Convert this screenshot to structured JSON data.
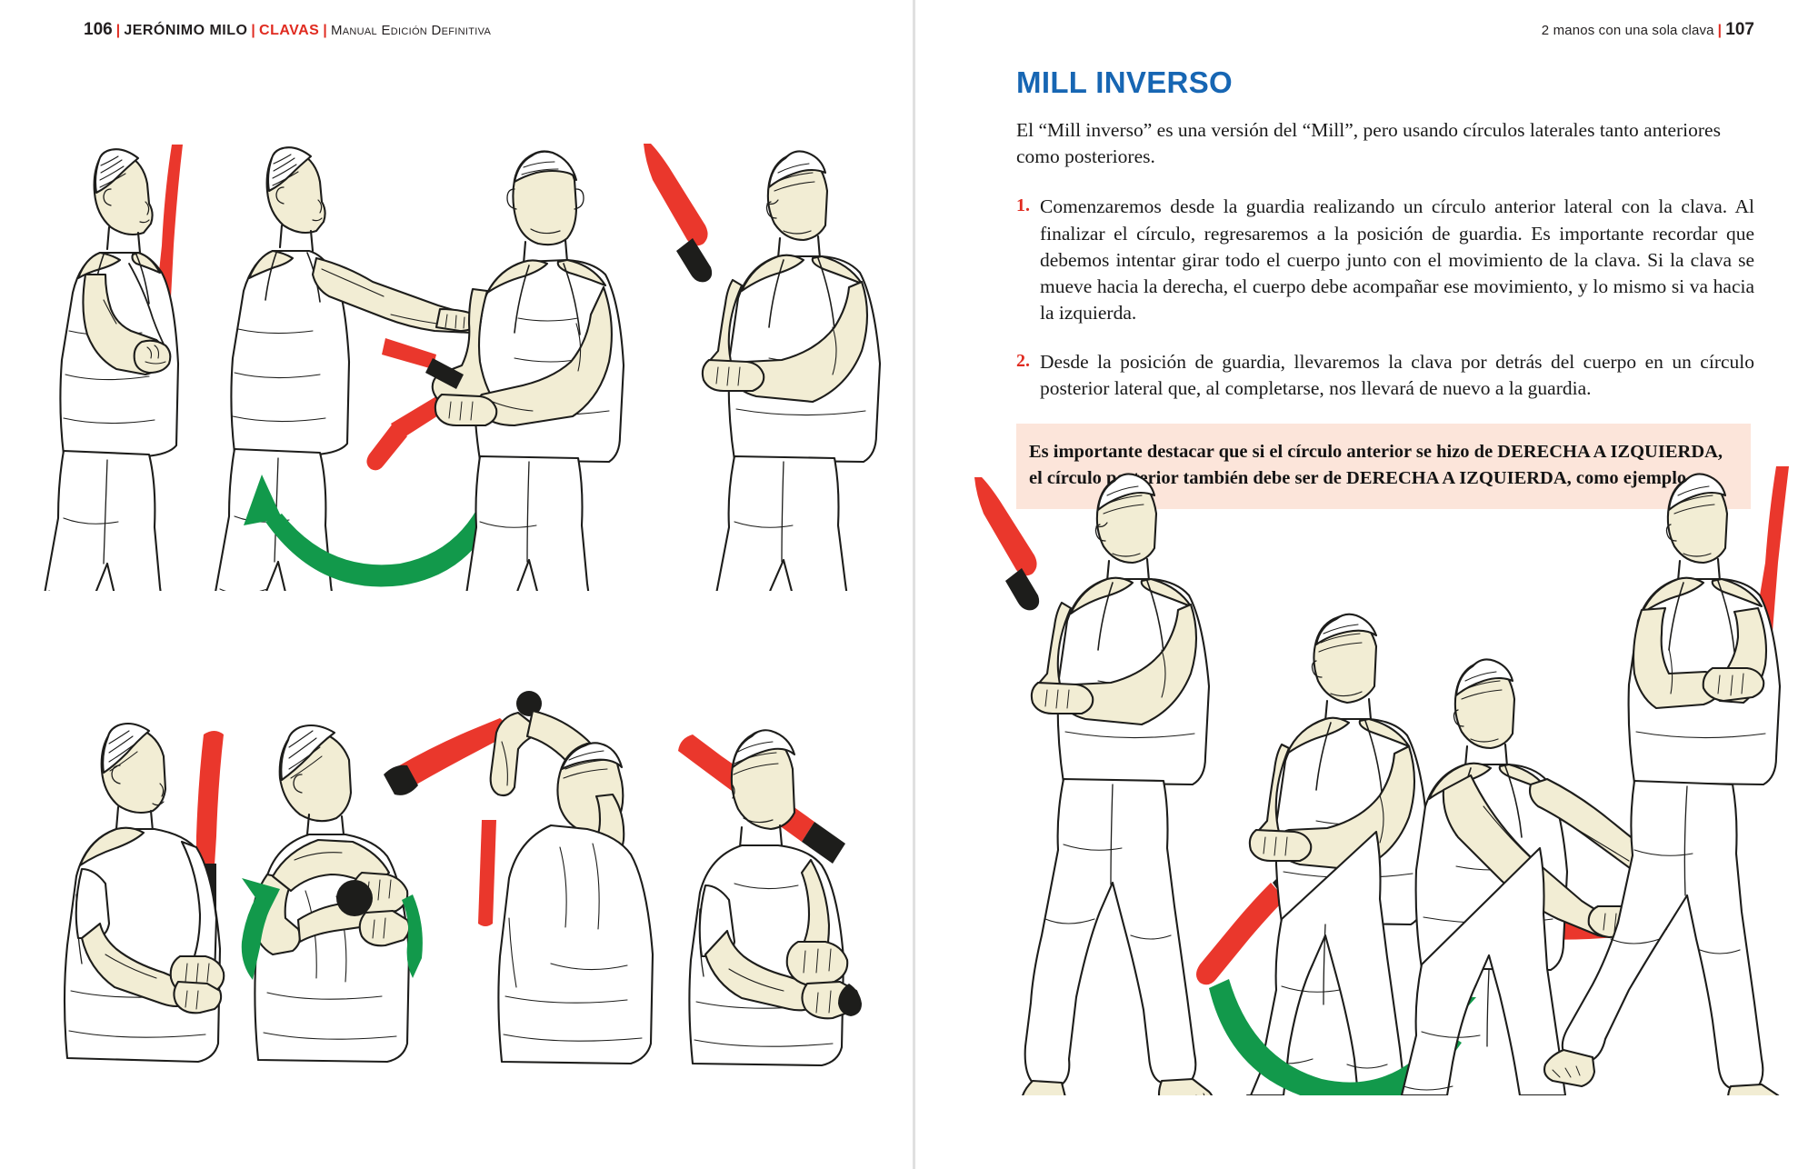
{
  "spread": {
    "left_page": {
      "folio": "106",
      "author": "JERÓNIMO MILO",
      "brand": "CLAVAS",
      "subtitle": "Manual Edición Definitiva",
      "separator": "|"
    },
    "right_page": {
      "folio": "107",
      "running_title": "2 manos con una sola clava",
      "separator": "|"
    }
  },
  "content": {
    "title": "MILL INVERSO",
    "lede": "El “Mill inverso” es una versión del “Mill”, pero usando círculos laterales tanto anteriores como posteriores.",
    "steps": [
      {
        "marker": "1.",
        "text": "Comenzaremos desde la guardia realizando un círculo anterior lateral con la clava. Al finalizar el círculo, regresaremos a la posición de guardia. Es importante recordar que debemos intentar girar todo el cuerpo junto con el movimiento de la clava. Si la clava se mueve hacia la derecha, el cuerpo debe acompañar ese movimiento, y lo mismo si va hacia la izquierda."
      },
      {
        "marker": "2.",
        "text": "Desde la posición de guardia, llevaremos la clava por detrás del cuerpo en un círculo posterior lateral que, al completarse, nos llevará de nuevo a la guardia."
      }
    ],
    "callout": {
      "line1": "Es importante destacar que si el círculo anterior se hizo de DERECHA A IZQUIERDA,",
      "line2": "el círculo posterior también debe ser de DERECHA A IZQUIERDA, como ejemplo."
    }
  },
  "illustrations": {
    "left_top": {
      "name": "mill-sequence-lateral-view",
      "figure_count": 4,
      "figures": [
        {
          "pose": "guardia-club-vertical-side-view",
          "club": "vertical-up",
          "arrow": "none"
        },
        {
          "pose": "arms-extended-forward-side-view",
          "club": "extended-forward",
          "arrow": "green-arc-counterclockwise"
        },
        {
          "pose": "front-view-club-diagonal-down-left",
          "club": "diagonal-down-left",
          "arrow": "none"
        },
        {
          "pose": "guardia-club-raised-front-left",
          "club": "raised-left-diagonal",
          "arrow": "none"
        }
      ]
    },
    "left_bottom": {
      "name": "mill-sequence-torso-view",
      "figure_count": 4,
      "figures": [
        {
          "pose": "torso-club-vertical-front",
          "club": "vertical-up",
          "arrow": "none"
        },
        {
          "pose": "torso-club-over-shoulder",
          "club": "diagonal-up-right",
          "arrow": "green-arrow-down-left"
        },
        {
          "pose": "torso-back-view-arms-overhead",
          "club": "behind-back",
          "arrow": "none"
        },
        {
          "pose": "torso-club-across-chest",
          "club": "diagonal-up-left",
          "arrow": "none"
        }
      ]
    },
    "right": {
      "name": "mill-inverso-sequence",
      "figure_count": 4,
      "figures": [
        {
          "pose": "guardia-club-raised-left",
          "club": "raised-left-diagonal",
          "arrow": "none"
        },
        {
          "pose": "wide-stance-club-down-left",
          "club": "diagonal-down-left",
          "arrow": "green-arc-clockwise-up"
        },
        {
          "pose": "arms-extended-forward-right",
          "club": "extended-forward-right",
          "arrow": "none"
        },
        {
          "pose": "stepping-club-raised-right",
          "club": "vertical-up-right",
          "arrow": "none"
        }
      ]
    }
  },
  "colors": {
    "title_blue": "#1766b3",
    "accent_red": "#e02b20",
    "club_red": "#ea372c",
    "arrow_green": "#12994b",
    "callout_bg": "#fce5da",
    "skin": "#f2edd4",
    "ink": "#231f20",
    "gutter": "#e0e0e0"
  }
}
